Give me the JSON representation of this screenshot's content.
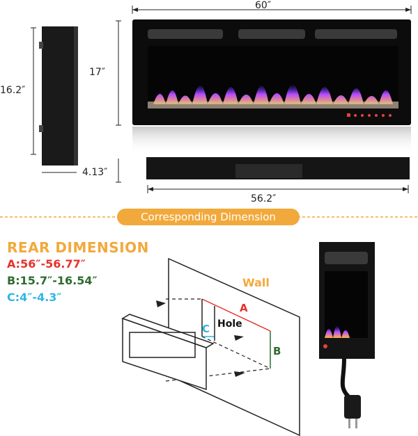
{
  "top": {
    "width_label": "60″",
    "height_label": "17″",
    "depth_height_label": "16.2″",
    "depth_label": "4.13″",
    "bottom_width_label": "56.2″"
  },
  "banner": {
    "label": "Corresponding Dimension"
  },
  "rear": {
    "title": "REAR DIMENSION",
    "specs": [
      {
        "text": "A:56″-56.77″",
        "color": "#e5322d"
      },
      {
        "text": "B:15.7″-16.54″",
        "color": "#2e6b2f"
      },
      {
        "text": "C:4″-4.3″",
        "color": "#2fb6e6"
      }
    ],
    "wall_label": "Wall",
    "hole_label": "Hole",
    "letter_a": "A",
    "letter_b": "B",
    "letter_c": "C"
  },
  "colors": {
    "accent": "#f2a93b",
    "a": "#e5322d",
    "b": "#2e6b2f",
    "c": "#2fb6e6"
  }
}
